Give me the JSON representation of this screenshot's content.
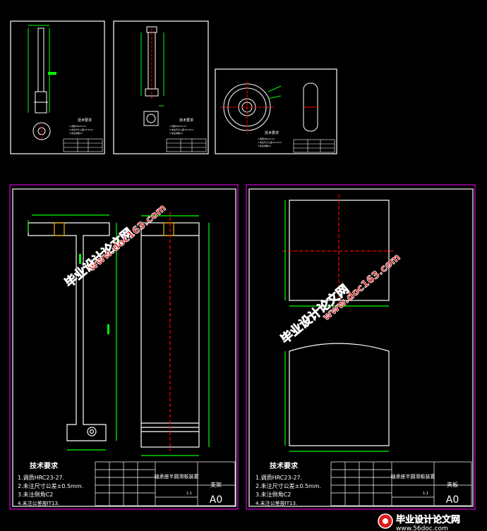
{
  "sheets": {
    "sheet1": {
      "tech_title": "技术要求",
      "req_lines": [
        "1.调质HRC23-27.",
        "2.未注尺寸公差±0.5mm.",
        "3.未注倒角C2",
        "4.未注公差按IT13."
      ]
    },
    "sheet2": {
      "tech_title": "技术要求",
      "req_lines": [
        "1.调质HRC23-27.",
        "2.未注尺寸公差±0.5mm.",
        "3.未注倒角C2",
        "4.未注公差按IT13."
      ]
    },
    "sheet3": {
      "tech_title": "技术要求",
      "req_lines": [
        "1.调质HRC23-27.",
        "2.未注尺寸公差±0.5mm.",
        "3.未注倒角C2",
        "4.未注公差按IT13."
      ]
    },
    "sheet4": {
      "tech_title": "技术要求",
      "req_lines": [
        "1.调质HRC23-27.",
        "2.未注尺寸公差±0.5mm.",
        "3.未注倒角C2",
        "4.未注公差按IT13."
      ],
      "drawing_name": "轴承座半圆滑板装置",
      "part_name": "支架",
      "size": "A0",
      "scale": "1:1"
    },
    "sheet5": {
      "tech_title": "技术要求",
      "req_lines": [
        "1.调质HRC23-27.",
        "2.未注尺寸公差±0.5mm.",
        "3.未注倒角C2",
        "4.未注公差按IT13."
      ],
      "drawing_name": "轴承座半圆滑板装置",
      "part_name": "夹板",
      "size": "A0",
      "scale": "1:1"
    }
  },
  "watermarks": {
    "text": "毕业设计论文网",
    "url": "www.doc163.com"
  },
  "footer": {
    "site_name": "毕业设计论文网",
    "url": "www.56doc.com"
  }
}
